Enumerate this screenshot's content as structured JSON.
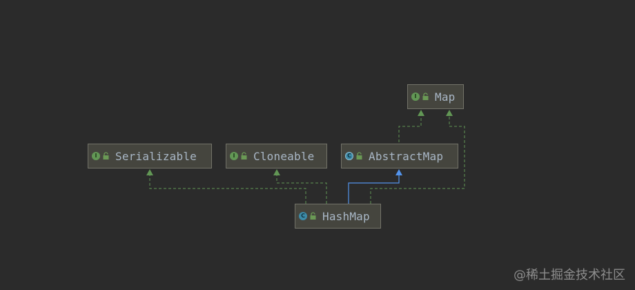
{
  "diagram": {
    "nodes": {
      "map": {
        "label": "Map",
        "kind": "interface",
        "kind_glyph": "I",
        "icon": "interface-icon"
      },
      "serializable": {
        "label": "Serializable",
        "kind": "interface",
        "kind_glyph": "I",
        "icon": "interface-icon"
      },
      "cloneable": {
        "label": "Cloneable",
        "kind": "interface",
        "kind_glyph": "I",
        "icon": "interface-icon"
      },
      "abstractmap": {
        "label": "AbstractMap",
        "kind": "abstract-class",
        "kind_glyph": "C",
        "icon": "abstract-class-icon"
      },
      "hashmap": {
        "label": "HashMap",
        "kind": "class",
        "kind_glyph": "C",
        "icon": "class-icon"
      }
    },
    "edges": [
      {
        "from": "HashMap",
        "to": "Serializable",
        "relation": "implements",
        "style": "dashed"
      },
      {
        "from": "HashMap",
        "to": "Cloneable",
        "relation": "implements",
        "style": "dashed"
      },
      {
        "from": "HashMap",
        "to": "AbstractMap",
        "relation": "extends",
        "style": "solid"
      },
      {
        "from": "HashMap",
        "to": "Map",
        "relation": "implements",
        "style": "dashed"
      },
      {
        "from": "AbstractMap",
        "to": "Map",
        "relation": "implements",
        "style": "dashed"
      }
    ],
    "colors": {
      "background": "#2b2b2b",
      "node_fill": "#45453e",
      "node_border": "#737369",
      "label": "#a9b7c6",
      "implements_edge": "#629755",
      "extends_edge": "#5394ec",
      "interface_icon": "#629755",
      "class_icon": "#3d8ba8",
      "access_icon": "#6a9955"
    }
  },
  "watermark": "@稀土掘金技术社区"
}
